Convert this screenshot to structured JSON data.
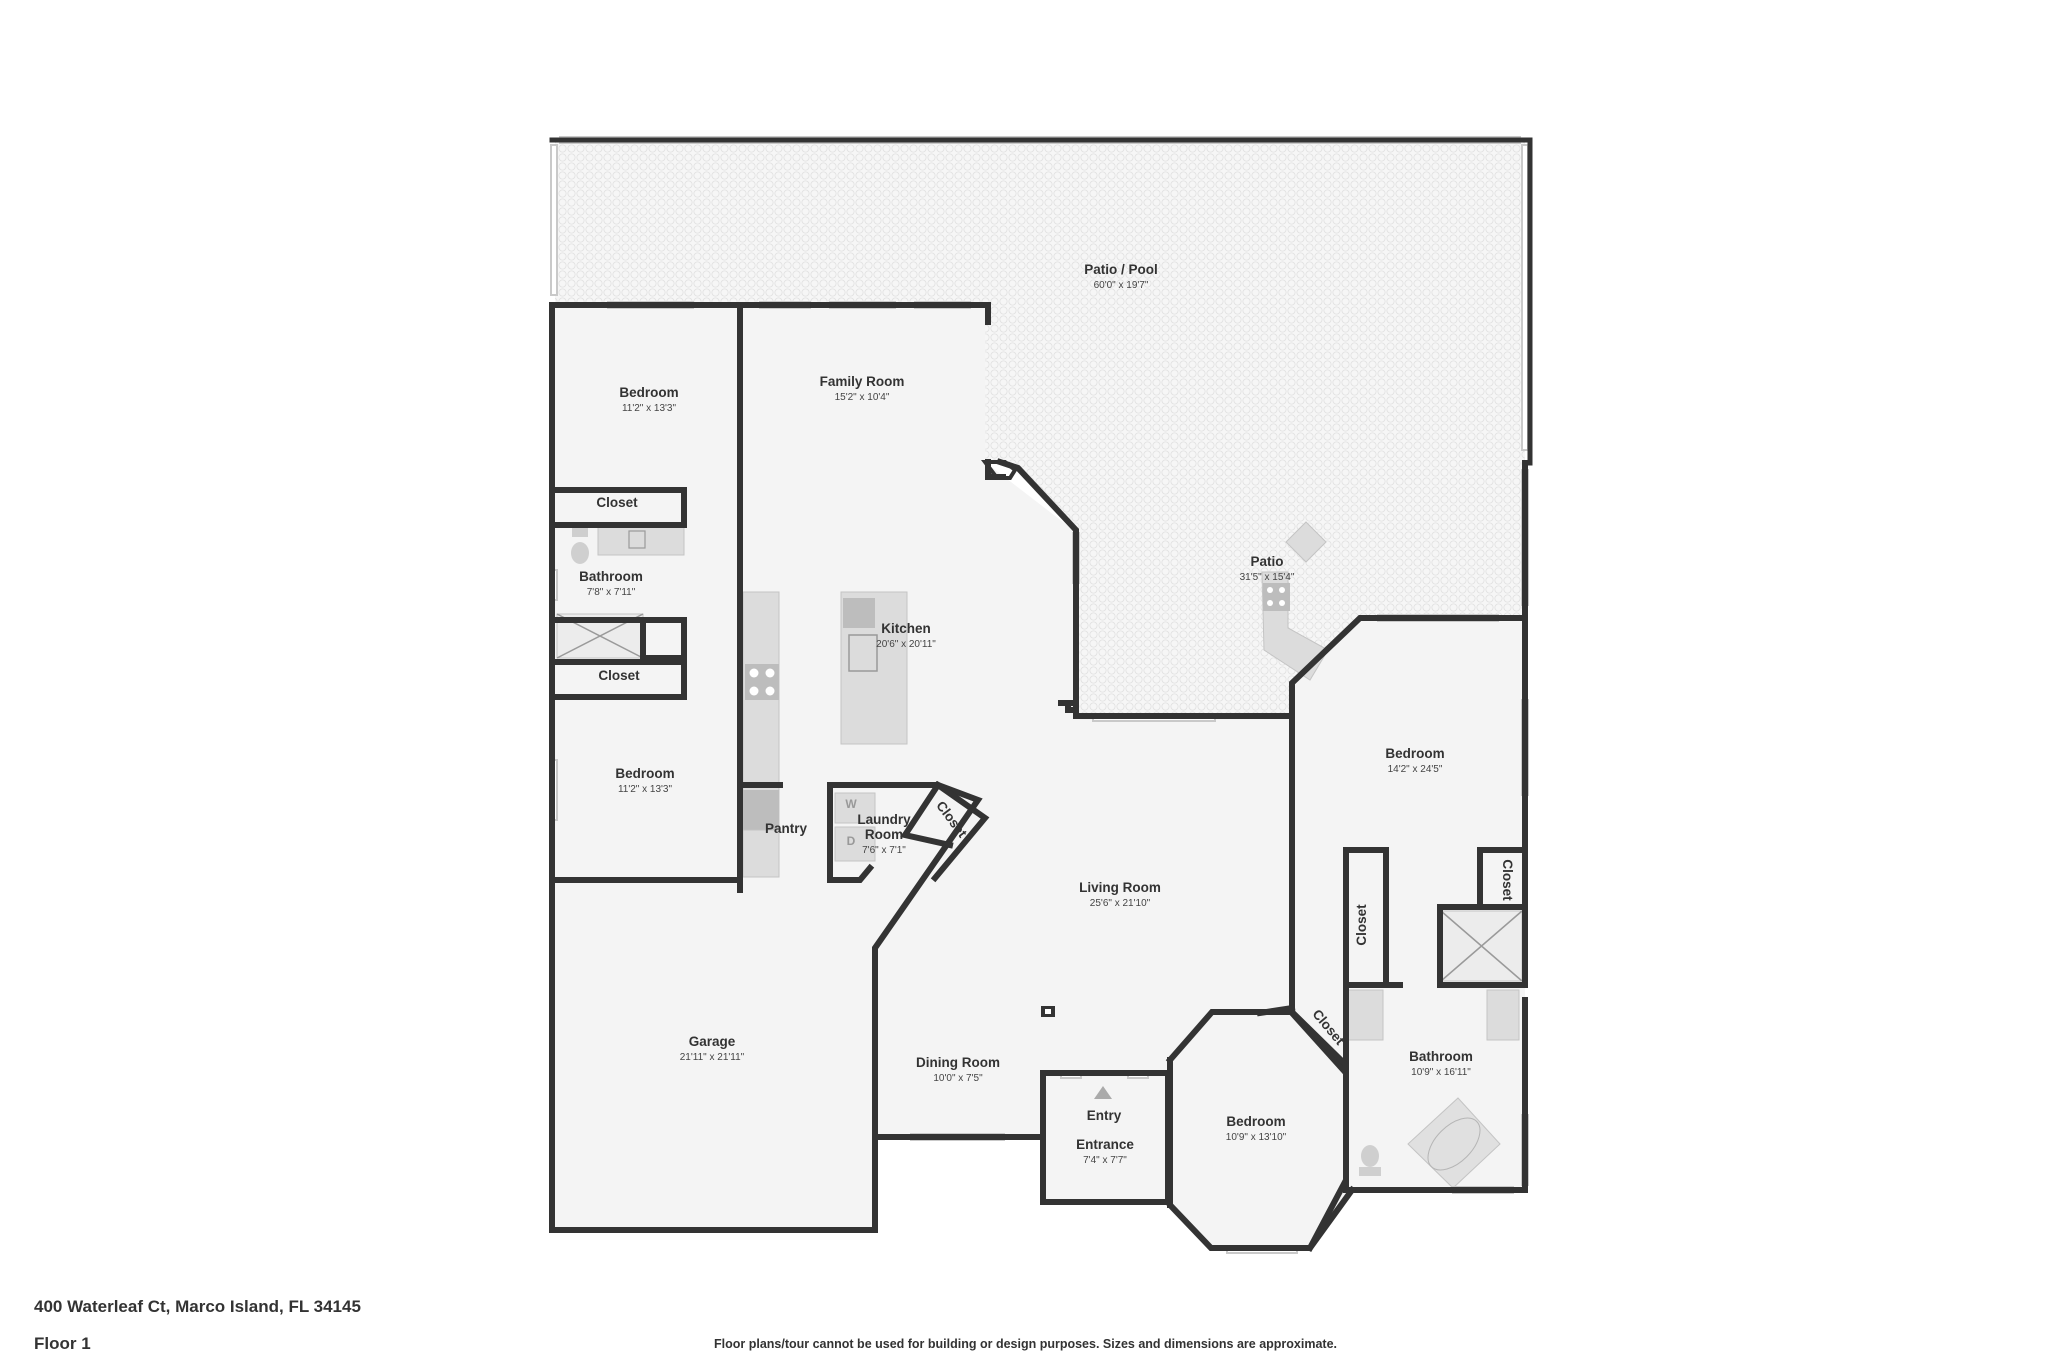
{
  "address": "400 Waterleaf Ct, Marco Island, FL 34145",
  "floor_label": "Floor 1",
  "disclaimer": "Floor plans/tour cannot be used for building or design purposes. Sizes and dimensions are approximate.",
  "rooms": {
    "patio_pool": {
      "name": "Patio / Pool",
      "dims": "60'0\" x 19'7\""
    },
    "family_room": {
      "name": "Family Room",
      "dims": "15'2\" x 10'4\""
    },
    "bedroom_nw": {
      "name": "Bedroom",
      "dims": "11'2\" x 13'3\""
    },
    "closet_nw": {
      "name": "Closet"
    },
    "bathroom_w": {
      "name": "Bathroom",
      "dims": "7'8\" x 7'11\""
    },
    "closet_w": {
      "name": "Closet"
    },
    "bedroom_w": {
      "name": "Bedroom",
      "dims": "11'2\" x 13'3\""
    },
    "kitchen": {
      "name": "Kitchen",
      "dims": "20'6\" x 20'11\""
    },
    "patio": {
      "name": "Patio",
      "dims": "31'5\" x 15'4\""
    },
    "pantry": {
      "name": "Pantry"
    },
    "laundry": {
      "name": "Laundry\nRoom",
      "name_line1": "Laundry",
      "name_line2": "Room",
      "dims": "7'6\" x 7'1\""
    },
    "closet_laundry": {
      "name": "Closet"
    },
    "living_room": {
      "name": "Living Room",
      "dims": "25'6\" x 21'10\""
    },
    "garage": {
      "name": "Garage",
      "dims": "21'11\" x 21'11\""
    },
    "dining_room": {
      "name": "Dining Room",
      "dims": "10'0\" x 7'5\""
    },
    "entry": {
      "name": "Entry"
    },
    "entrance": {
      "name": "Entrance",
      "dims": "7'4\" x 7'7\""
    },
    "bedroom_s": {
      "name": "Bedroom",
      "dims": "10'9\" x 13'10\""
    },
    "bedroom_e": {
      "name": "Bedroom",
      "dims": "14'2\" x 24'5\""
    },
    "closet_e1": {
      "name": "Closet"
    },
    "closet_e2": {
      "name": "Closet"
    },
    "closet_e3": {
      "name": "Closet"
    },
    "bathroom_e": {
      "name": "Bathroom",
      "dims": "10'9\" x 16'11\""
    }
  },
  "fixtures": {
    "washer": "W",
    "dryer": "D"
  }
}
